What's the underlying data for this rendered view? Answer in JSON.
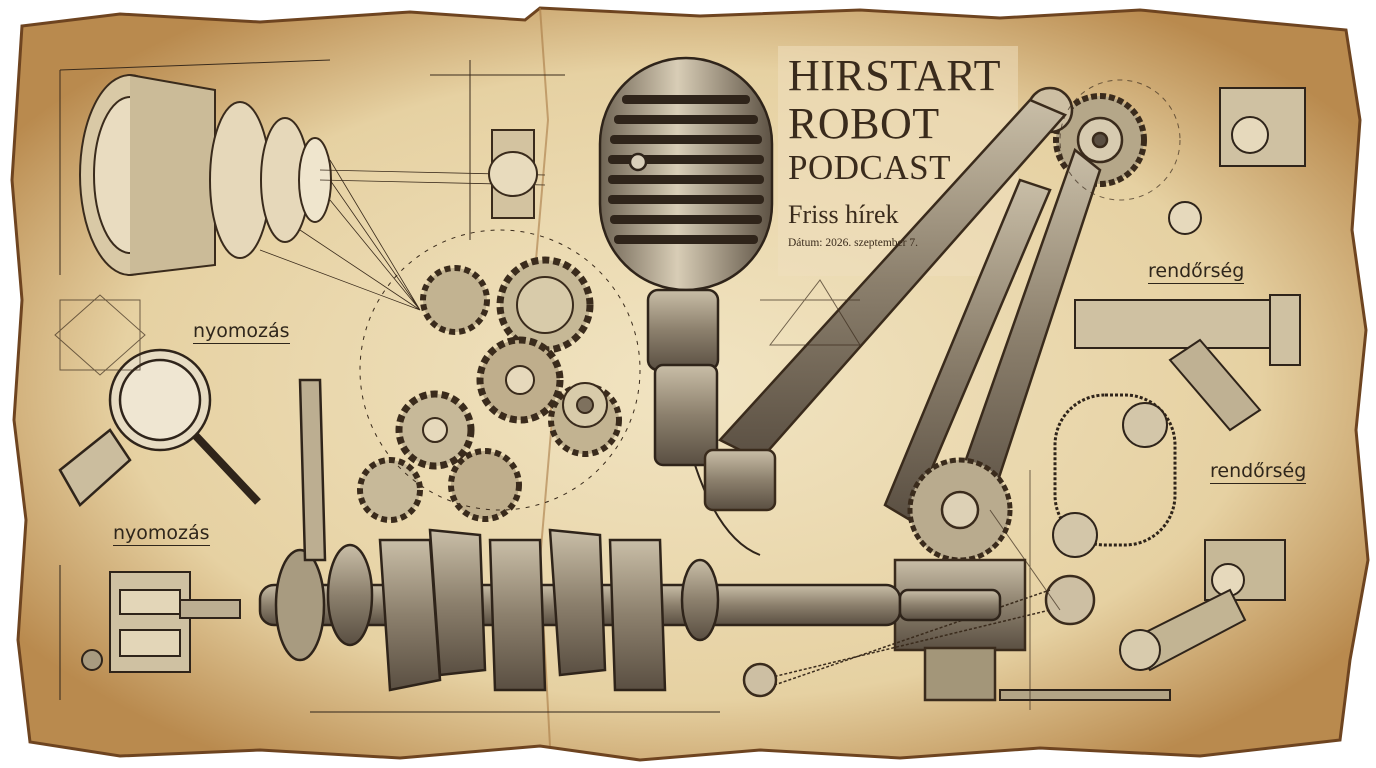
{
  "title": {
    "line1": "HIRSTART",
    "line2": "ROBOT",
    "line3": "PODCAST"
  },
  "subtitle": "Friss hírek",
  "date_text": "Dátum: 2026. szeptember 7.",
  "labels": {
    "nyomozas_upper": "nyomozás",
    "nyomozas_lower": "nyomozás",
    "rendorseg_upper": "rendőrség",
    "rendorseg_lower": "rendőrség"
  },
  "colors": {
    "paper": "#ecdcb6",
    "paper_burn": "#8a5a2b",
    "ink": "#3a2b1c",
    "metal": "#9a8e7c"
  },
  "icons": [
    "microphone-icon",
    "magnifier-icon",
    "gear-icon",
    "robot-arm-icon",
    "crankshaft-icon",
    "camera-lens-icon"
  ]
}
